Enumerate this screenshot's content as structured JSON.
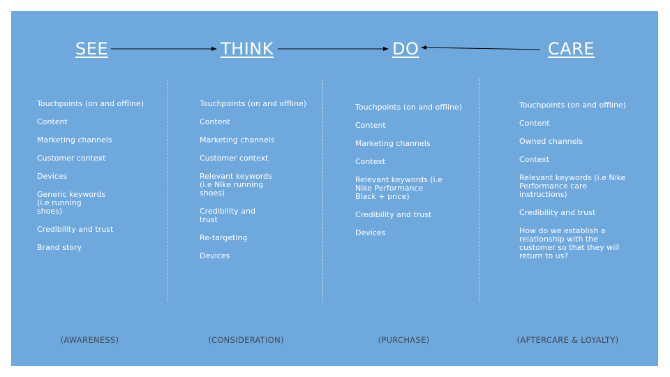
{
  "stages": [
    "SEE",
    "THINK",
    "DO",
    "CARE"
  ],
  "columns": [
    {
      "items": [
        "Touchpoints (on and offline)",
        "Content",
        "Marketing channels",
        "Customer context",
        "Devices",
        "Generic keywords (i.e running shoes)",
        "Credibility and trust",
        "Brand story"
      ],
      "footer": "(AWARENESS)"
    },
    {
      "items": [
        "Touchpoints (on and offline)",
        "Content",
        "Marketing channels",
        "Customer context",
        "Relevant keywords (i.e Nike running shoes)",
        "Credibility and trust",
        "Re-targeting",
        "Devices"
      ],
      "footer": "(CONSIDERATION)"
    },
    {
      "items": [
        "Touchpoints (on and offline)",
        "Content",
        "Marketing channels",
        "Context",
        "Relevant keywords (i.e Nike Performance Black + price)",
        "Credibility and trust",
        "Devices"
      ],
      "footer": "(PURCHASE)"
    },
    {
      "items": [
        "Touchpoints (on and offline)",
        "Content",
        "Owned channels",
        "Context",
        "Relevant keywords (i.e Nike Performance care instructions)",
        "Credibility and trust",
        "How do we establish a relationship with the customer so that they will return to us?"
      ],
      "footer": "(AFTERCARE & LOYALTY)"
    }
  ],
  "colors": {
    "background": "#6fa8dc",
    "text": "#ffffff",
    "footer_text": "#3e4a58",
    "arrow": "#000000"
  }
}
